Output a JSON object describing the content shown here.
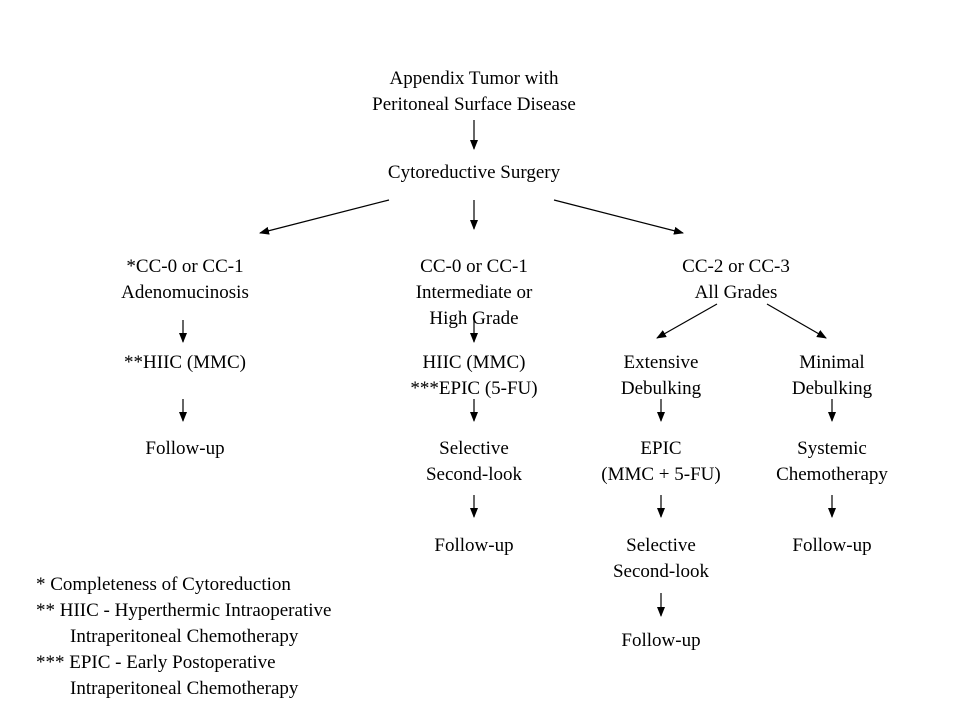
{
  "nodes": {
    "root": [
      "Appendix Tumor with",
      "Peritoneal Surface Disease"
    ],
    "surgery": [
      "Cytoreductive Surgery"
    ],
    "left": [
      "*CC-0 or CC-1",
      "Adenomucinosis"
    ],
    "middle": [
      "CC-0 or CC-1",
      "Intermediate or",
      "High Grade"
    ],
    "right": [
      "CC-2 or CC-3",
      "All Grades"
    ],
    "left_hiic": [
      "**HIIC (MMC)"
    ],
    "left_followup": [
      "Follow-up"
    ],
    "mid_hiic": [
      "HIIC (MMC)",
      "***EPIC (5-FU)"
    ],
    "mid_second": [
      "Selective",
      "Second-look"
    ],
    "mid_followup": [
      "Follow-up"
    ],
    "extensive": [
      "Extensive",
      "Debulking"
    ],
    "minimal": [
      "Minimal",
      "Debulking"
    ],
    "epic": [
      "EPIC",
      "(MMC + 5-FU)"
    ],
    "systemic": [
      "Systemic",
      "Chemotherapy"
    ],
    "ext_second": [
      "Selective",
      "Second-look"
    ],
    "sys_followup": [
      "Follow-up"
    ],
    "ext_followup": [
      "Follow-up"
    ]
  },
  "legend": [
    "*  Completeness of Cytoreduction",
    "**  HIIC - Hyperthermic Intraoperative",
    "Intraperitoneal Chemotherapy",
    "***  EPIC - Early Postoperative",
    "Intraperitoneal Chemotherapy"
  ]
}
